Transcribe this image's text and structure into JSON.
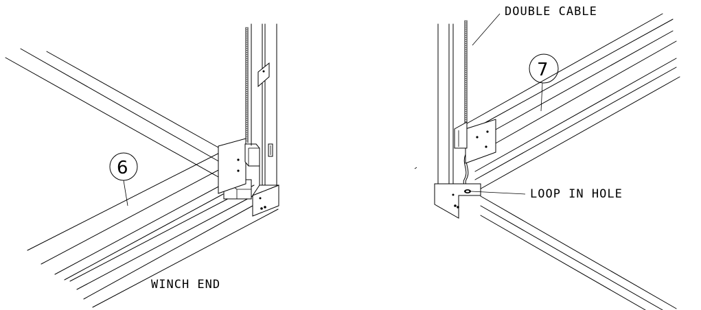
{
  "labels": {
    "winch_end": "WINCH END",
    "double_cable": "DOUBLE CABLE",
    "loop_in_hole": "LOOP IN HOLE"
  },
  "callouts": {
    "left_number": "6",
    "right_number": "7"
  }
}
